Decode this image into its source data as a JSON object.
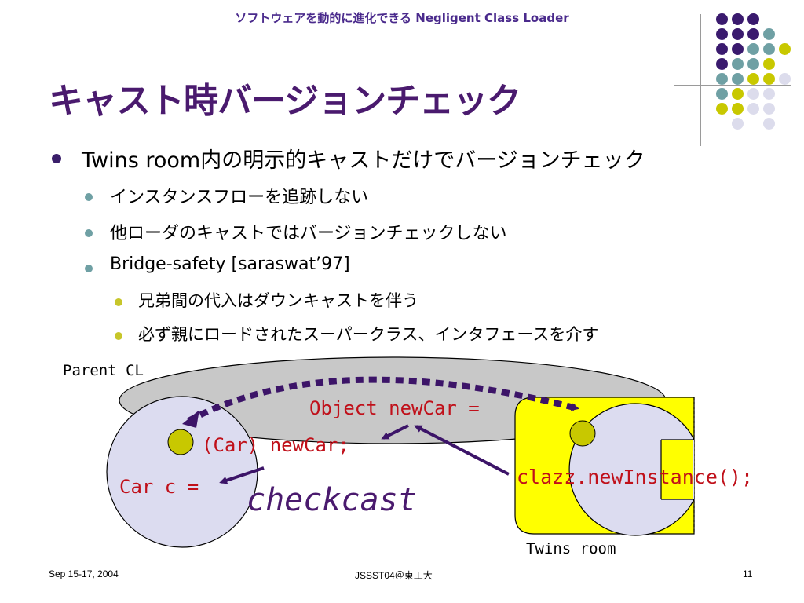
{
  "header": {
    "text": "ソフトウェアを動的に進化できる Negligent Class Loader"
  },
  "title": "キャスト時バージョンチェック",
  "bullets": {
    "l1": "Twins room内の明示的キャストだけでバージョンチェック",
    "l2a": "インスタンスフローを追跡しない",
    "l2b": "他ローダのキャストではバージョンチェックしない",
    "l2c": "Bridge-safety [saraswat’97]",
    "l3a": "兄弟間の代入はダウンキャストを伴う",
    "l3b": "必ず親にロードされたスーパークラス、インタフェースを介す"
  },
  "diagram": {
    "parent_label": "Parent CL",
    "object_code": "Object newCar =",
    "cast_code": "(Car) newCar;",
    "car_code": "Car c =",
    "checkcast": "checkcast",
    "instance_code": "clazz.newInstance();",
    "twins_label": "Twins room"
  },
  "footer": {
    "date": "Sep 15-17, 2004",
    "venue": "JSSST04＠東工大",
    "page": "11"
  },
  "colors": {
    "title": "#4a1a6e",
    "code_red": "#c0101a",
    "arrow_purple": "#3c1468",
    "room_yellow": "#ffff00",
    "ellipse_gray": "#c8c8c8",
    "circle_lavender": "#dcdcf0",
    "dot_olive": "#c8c800"
  }
}
